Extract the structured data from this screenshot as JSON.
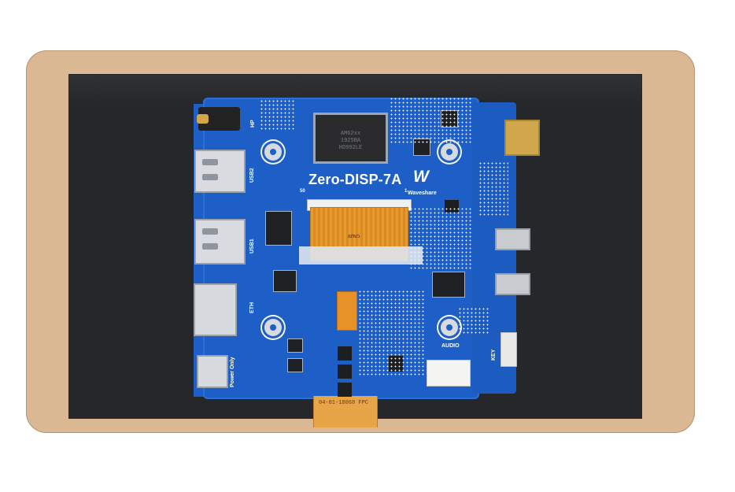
{
  "product": {
    "board_name": "Zero-DISP-7A",
    "brand": "Waveshare",
    "logo_mark": "W",
    "labels": {
      "hp": "HP",
      "usb2": "USB2",
      "usb1": "USB1",
      "eth": "ETH",
      "power_only": "Power Only",
      "audio": "AUDIO",
      "key": "KEY",
      "pin_50": "50",
      "pin_1": "1",
      "fpc_code": "04-01-18068 FPC",
      "cn20": "CN20"
    },
    "chip_text": [
      "AM62xx",
      "1925BA",
      "HD992LE"
    ]
  },
  "colors": {
    "pcb": "#1d5fc6",
    "frame": "#d9b893",
    "screen_back": "#26272a",
    "flex": "#e89a2c"
  }
}
